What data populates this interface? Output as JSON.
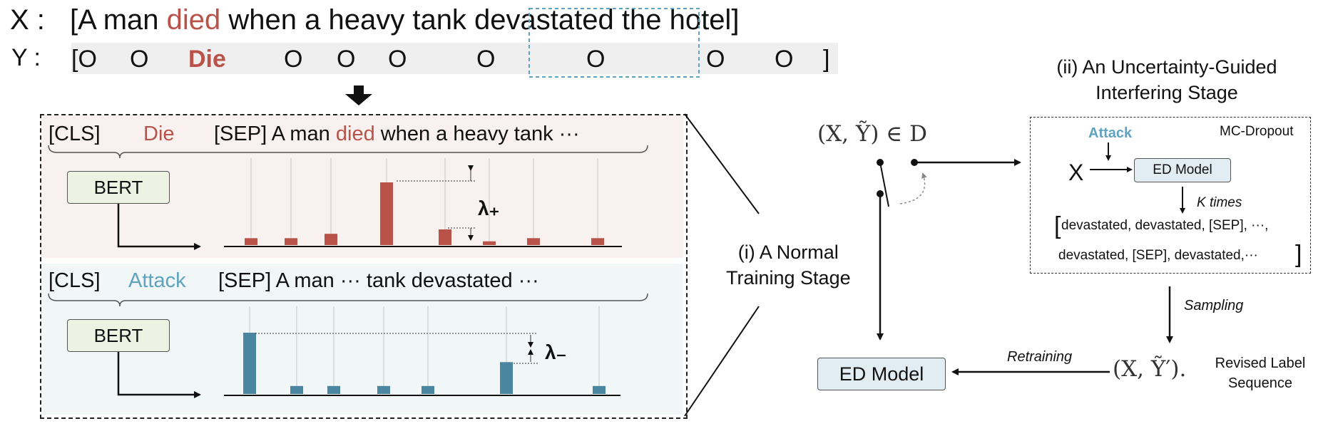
{
  "sentence": {
    "x_label": "X :",
    "y_label": "Y :",
    "open_bracket": "[",
    "close_bracket": "]",
    "seg1": "A man ",
    "trigger": "died",
    "seg2": " when a heavy tank ",
    "boxed": "devastated",
    "seg3": " the hotel",
    "labels": [
      "[O",
      "O",
      "Die",
      "O",
      "O",
      "O",
      "O",
      "O",
      "O",
      "O",
      "]"
    ]
  },
  "panel_top": {
    "cls": "[CLS]",
    "event": "Die",
    "sep_prefix": "[SEP] A man ",
    "trigger": "died",
    "sep_suffix": " when a heavy tank ···",
    "bert": "BERT",
    "lambda": "λ₊",
    "bars": [
      0.11,
      0.11,
      0.18,
      1.0,
      0.25,
      0.06,
      0.11,
      0.11
    ]
  },
  "panel_bottom": {
    "cls": "[CLS]",
    "event": "Attack",
    "sep_text": "[SEP] A man ··· tank devastated ···",
    "bert": "BERT",
    "lambda": "λ₋",
    "bars": [
      1.0,
      0.13,
      0.13,
      0.13,
      0.13,
      0.52,
      0.13
    ]
  },
  "stage1": {
    "line1": "(i) A Normal",
    "line2": "Training Stage"
  },
  "stage2": {
    "line1": "(ii) An Uncertainty-Guided",
    "line2": "Interfering Stage"
  },
  "dataset": "(X, Ỹ) ∈ D",
  "mc": {
    "title": "MC-Dropout",
    "attack": "Attack",
    "x": "X",
    "model": "ED Model",
    "k_times": "K times",
    "out_line1": "devastated, devastated, [SEP], ···,",
    "out_line2": "devastated, [SEP], devastated,···",
    "bracket_open": "[",
    "bracket_close": "]"
  },
  "sampling": "Sampling",
  "retraining": "Retraining",
  "revised_expr": "(X, Ỹ′).",
  "revised_label": {
    "line1": "Revised Label",
    "line2": "Sequence"
  },
  "ed_model": "ED Model",
  "colors": {
    "red": "#b9534a",
    "blue": "#4a86a0",
    "teal_box": "#5ea3bf"
  }
}
